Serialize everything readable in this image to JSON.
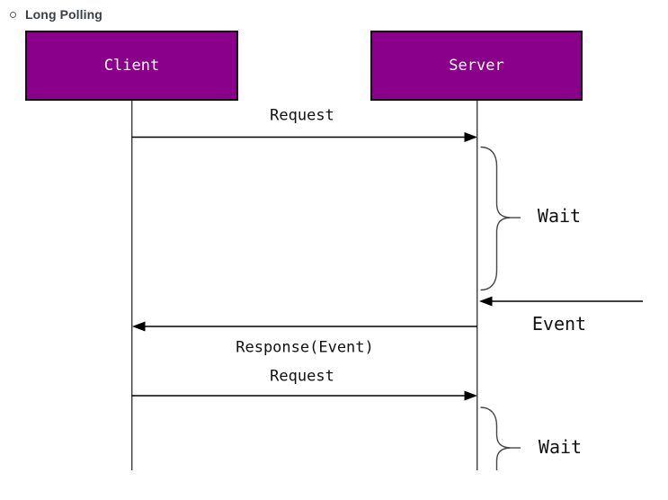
{
  "header": {
    "title": "Long Polling"
  },
  "colors": {
    "background": "#ffffff",
    "actor_fill": "#8a008a",
    "actor_border": "#0f0f0f",
    "actor_text": "#ffffff",
    "arrow": "#000000",
    "lifeline": "#3d3d3d",
    "brace": "#474747",
    "header_text": "#3b4045",
    "bullet": "#606060",
    "label_text": "#111111"
  },
  "diagram": {
    "type": "sequence-diagram",
    "actors": [
      {
        "label": "Client"
      },
      {
        "label": "Server"
      }
    ],
    "messages": [
      {
        "label": "Request",
        "from": "Client",
        "to": "Server"
      },
      {
        "label": "Event",
        "from": "external",
        "to": "Server"
      },
      {
        "label": "Response(Event)",
        "from": "Server",
        "to": "Client"
      },
      {
        "label": "Request",
        "from": "Client",
        "to": "Server"
      }
    ],
    "waits": [
      {
        "label": "Wait",
        "attached_to": "Server"
      },
      {
        "label": "Wait",
        "attached_to": "Server"
      }
    ]
  }
}
